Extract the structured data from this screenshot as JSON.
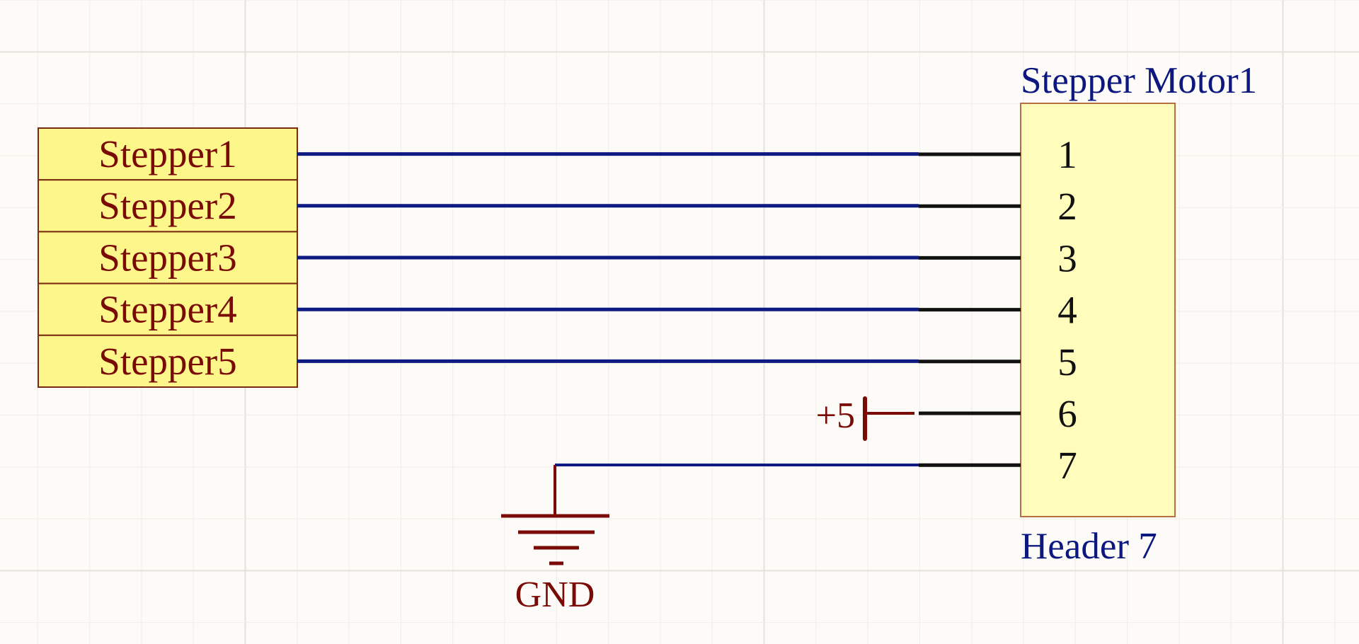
{
  "colors": {
    "background": "#fcfbf7",
    "grid_minor": "#f1efea",
    "grid_major": "#e4e1dc",
    "port_fill": "#fdf68a",
    "port_border": "#7a2a10",
    "port_text": "#7a0a05",
    "wire": "#0c1a82",
    "pin": "#111111",
    "component_fill": "#fffcbc",
    "component_border": "#b5703f",
    "component_label": "#0c1880",
    "power": "#7a0a05"
  },
  "ports": [
    {
      "label": "Stepper1"
    },
    {
      "label": "Stepper2"
    },
    {
      "label": "Stepper3"
    },
    {
      "label": "Stepper4"
    },
    {
      "label": "Stepper5"
    }
  ],
  "component": {
    "designator": "Stepper Motor1",
    "comment": "Header 7",
    "pins": [
      "1",
      "2",
      "3",
      "4",
      "5",
      "6",
      "7"
    ]
  },
  "power_port": {
    "label": "+5"
  },
  "ground_port": {
    "label": "GND"
  }
}
